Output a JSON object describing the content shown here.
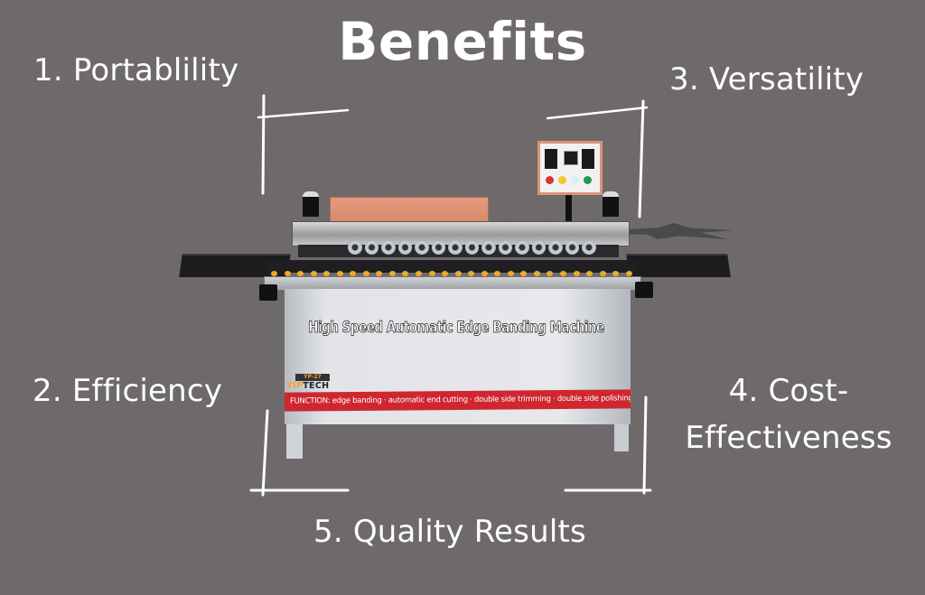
{
  "title": "Benefits",
  "benefits": [
    {
      "number": "1.",
      "label": "Portablility",
      "text": "1. Portablility"
    },
    {
      "number": "2.",
      "label": "Efficiency",
      "text": "2. Efficiency"
    },
    {
      "number": "3.",
      "label": "Versatility",
      "text": "3. Versatility"
    },
    {
      "number": "4.",
      "label": "Cost-Effectiveness",
      "text": "4. Cost- Effectiveness"
    },
    {
      "number": "5.",
      "label": "Quality Results",
      "text": "5. Quality Results"
    }
  ],
  "machine": {
    "headline": "High Speed Automatic Edge Banding Machine",
    "model": "YP-27",
    "brand_accent": "YIP",
    "brand_rest": "TECH",
    "function_strip": "FUNCTION: edge banding · automatic end cutting · double side trimming · double side polishing · with vacuum cleaner"
  },
  "colors": {
    "background": "#6e6a6b",
    "text": "#ffffff",
    "strip_red": "#cf2630",
    "brand_orange": "#f4a22b",
    "cover_orange": "#e09276"
  }
}
